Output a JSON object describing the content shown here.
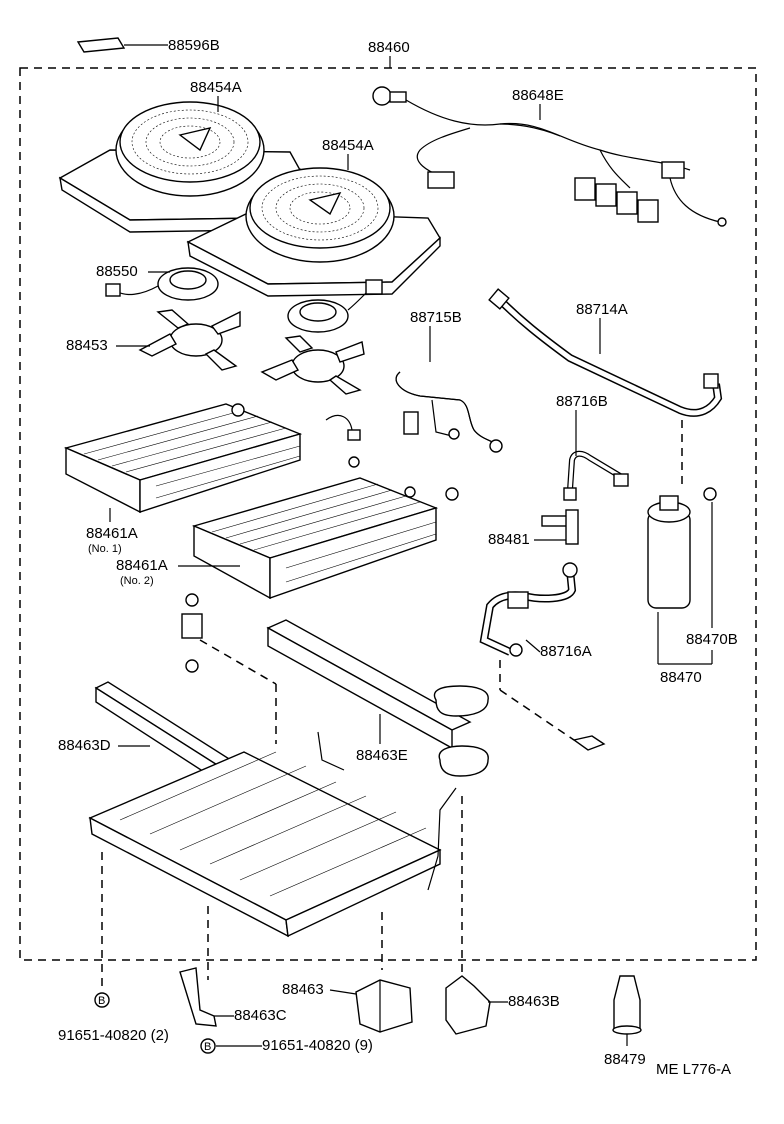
{
  "labels": {
    "p88596b": "88596B",
    "p88460": "88460",
    "p88454a_1": "88454A",
    "p88454a_2": "88454A",
    "p88648e": "88648E",
    "p88550": "88550",
    "p88453": "88453",
    "p88715b": "88715B",
    "p88714a": "88714A",
    "p88716b": "88716B",
    "p88461a_1": "88461A",
    "p88461a_1_note": "(No. 1)",
    "p88461a_2": "88461A",
    "p88461a_2_note": "(No. 2)",
    "p88481": "88481",
    "p88470b": "88470B",
    "p88716a": "88716A",
    "p88470": "88470",
    "p88463d": "88463D",
    "p88463e": "88463E",
    "p88463": "88463",
    "p88463b": "88463B",
    "p88463c": "88463C",
    "p88479": "88479",
    "bolt_1": "91651-40820 (2)",
    "bolt_2": "91651-40820 (9)",
    "bolt_mark_1": "B",
    "bolt_mark_2": "B",
    "ref_code": "ME  L776-A"
  }
}
